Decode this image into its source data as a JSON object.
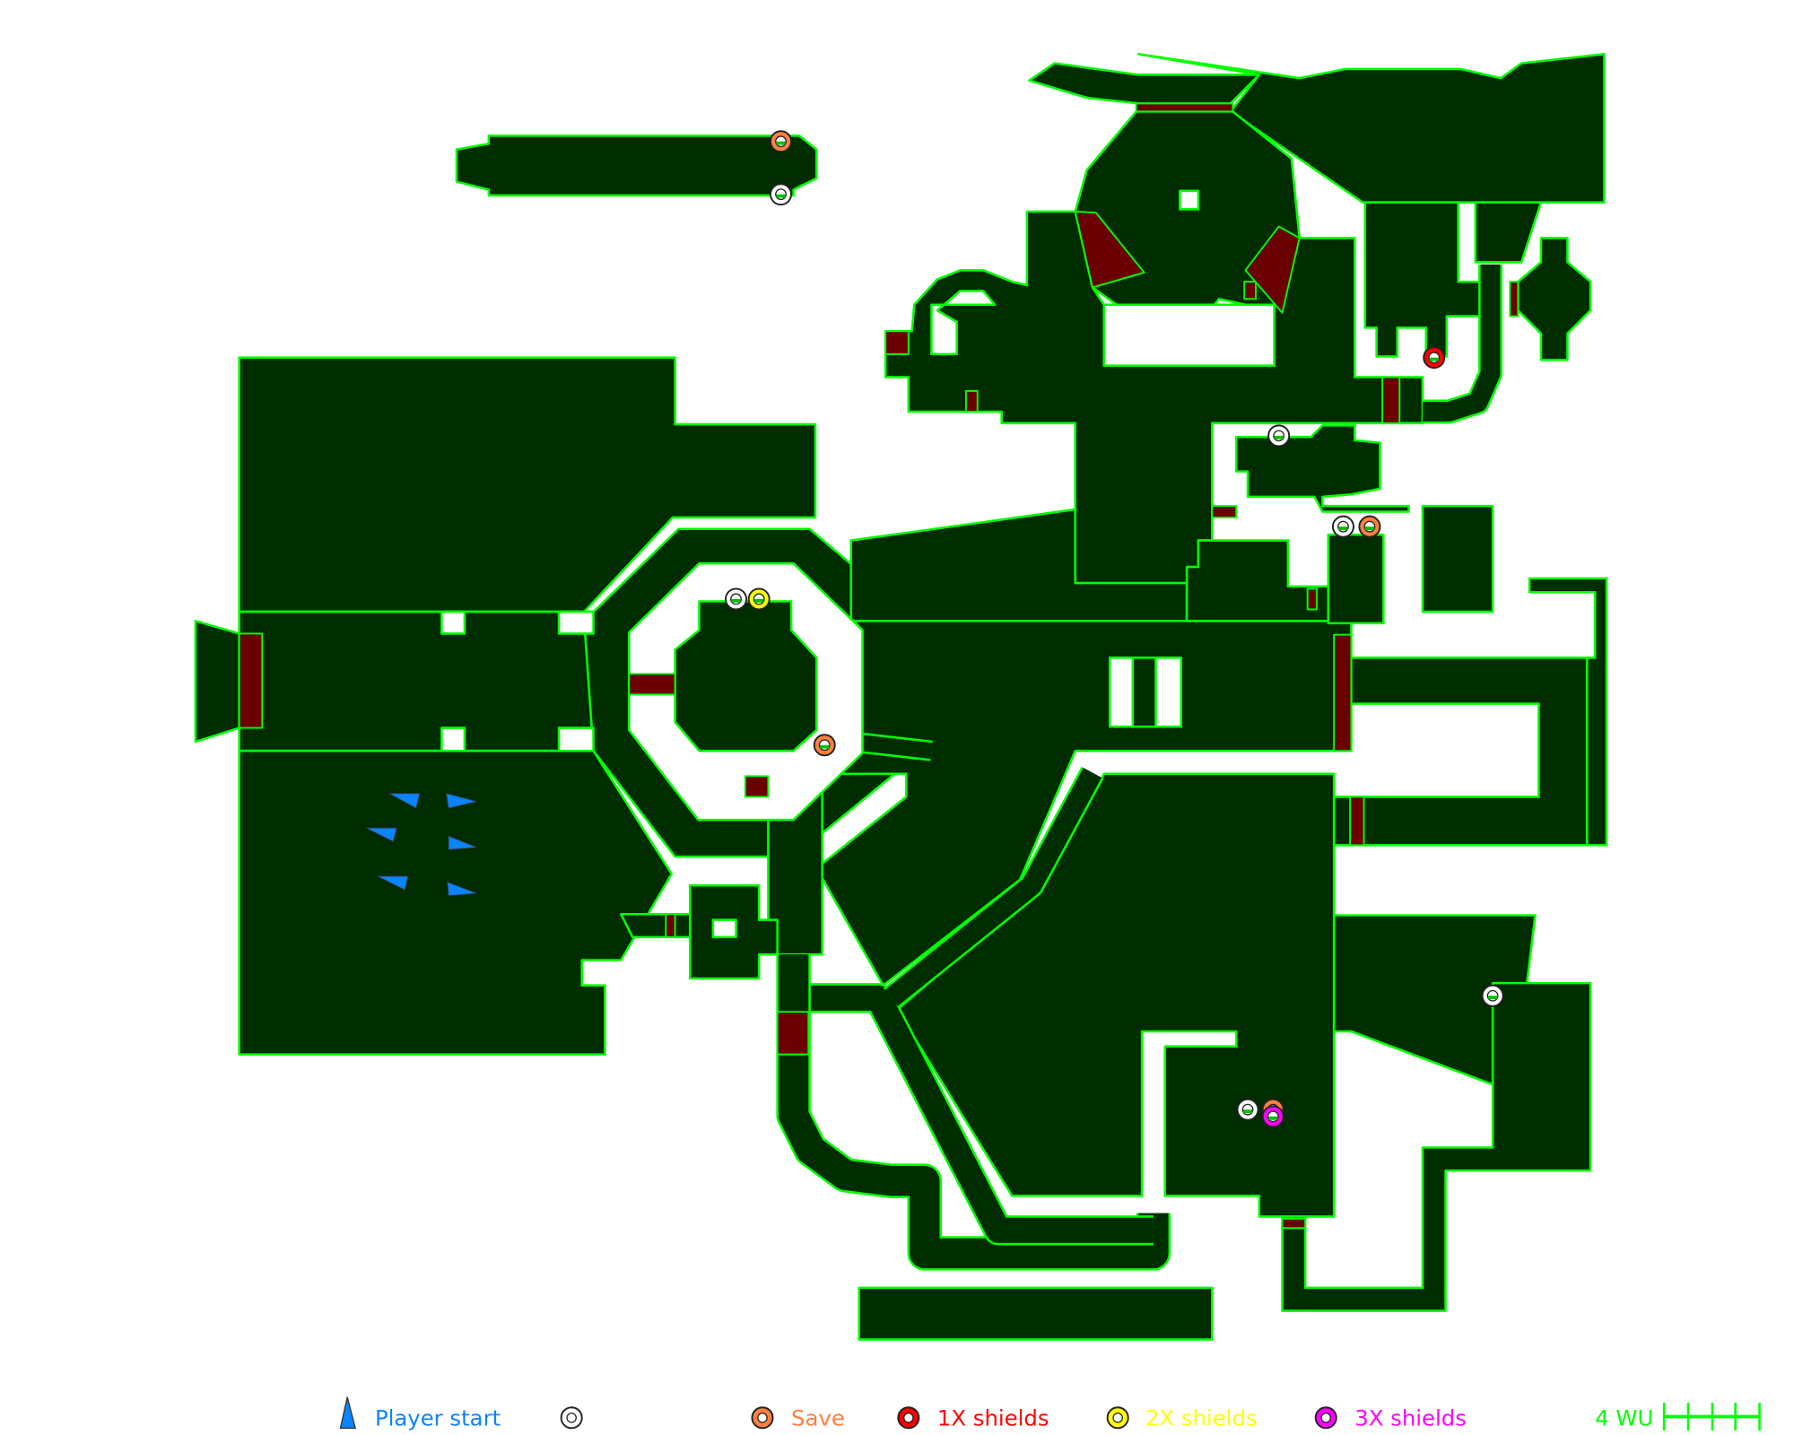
{
  "legend": {
    "player_start": "Player start",
    "save": "Save",
    "shields_1x": "1X shields",
    "shields_2x": "2X shields",
    "shields_3x": "3X shields",
    "scale": "4 WU"
  },
  "colors": {
    "polygon_fill": "#002d00",
    "line": "#00ff00",
    "door": "#6b0000",
    "player_start": "#0a84ff",
    "save": "#ff8040",
    "shields_1x": "#ff0000",
    "shields_2x": "#ffff00",
    "shields_3x": "#ff00ff",
    "generic": "#ffffff"
  },
  "items": [
    "save",
    "generic",
    "shields_1x",
    "generic",
    "generic",
    "save",
    "generic",
    "shields_2x",
    "save",
    "generic",
    "generic",
    "save",
    "shields_3x"
  ],
  "player_start_count": 6
}
